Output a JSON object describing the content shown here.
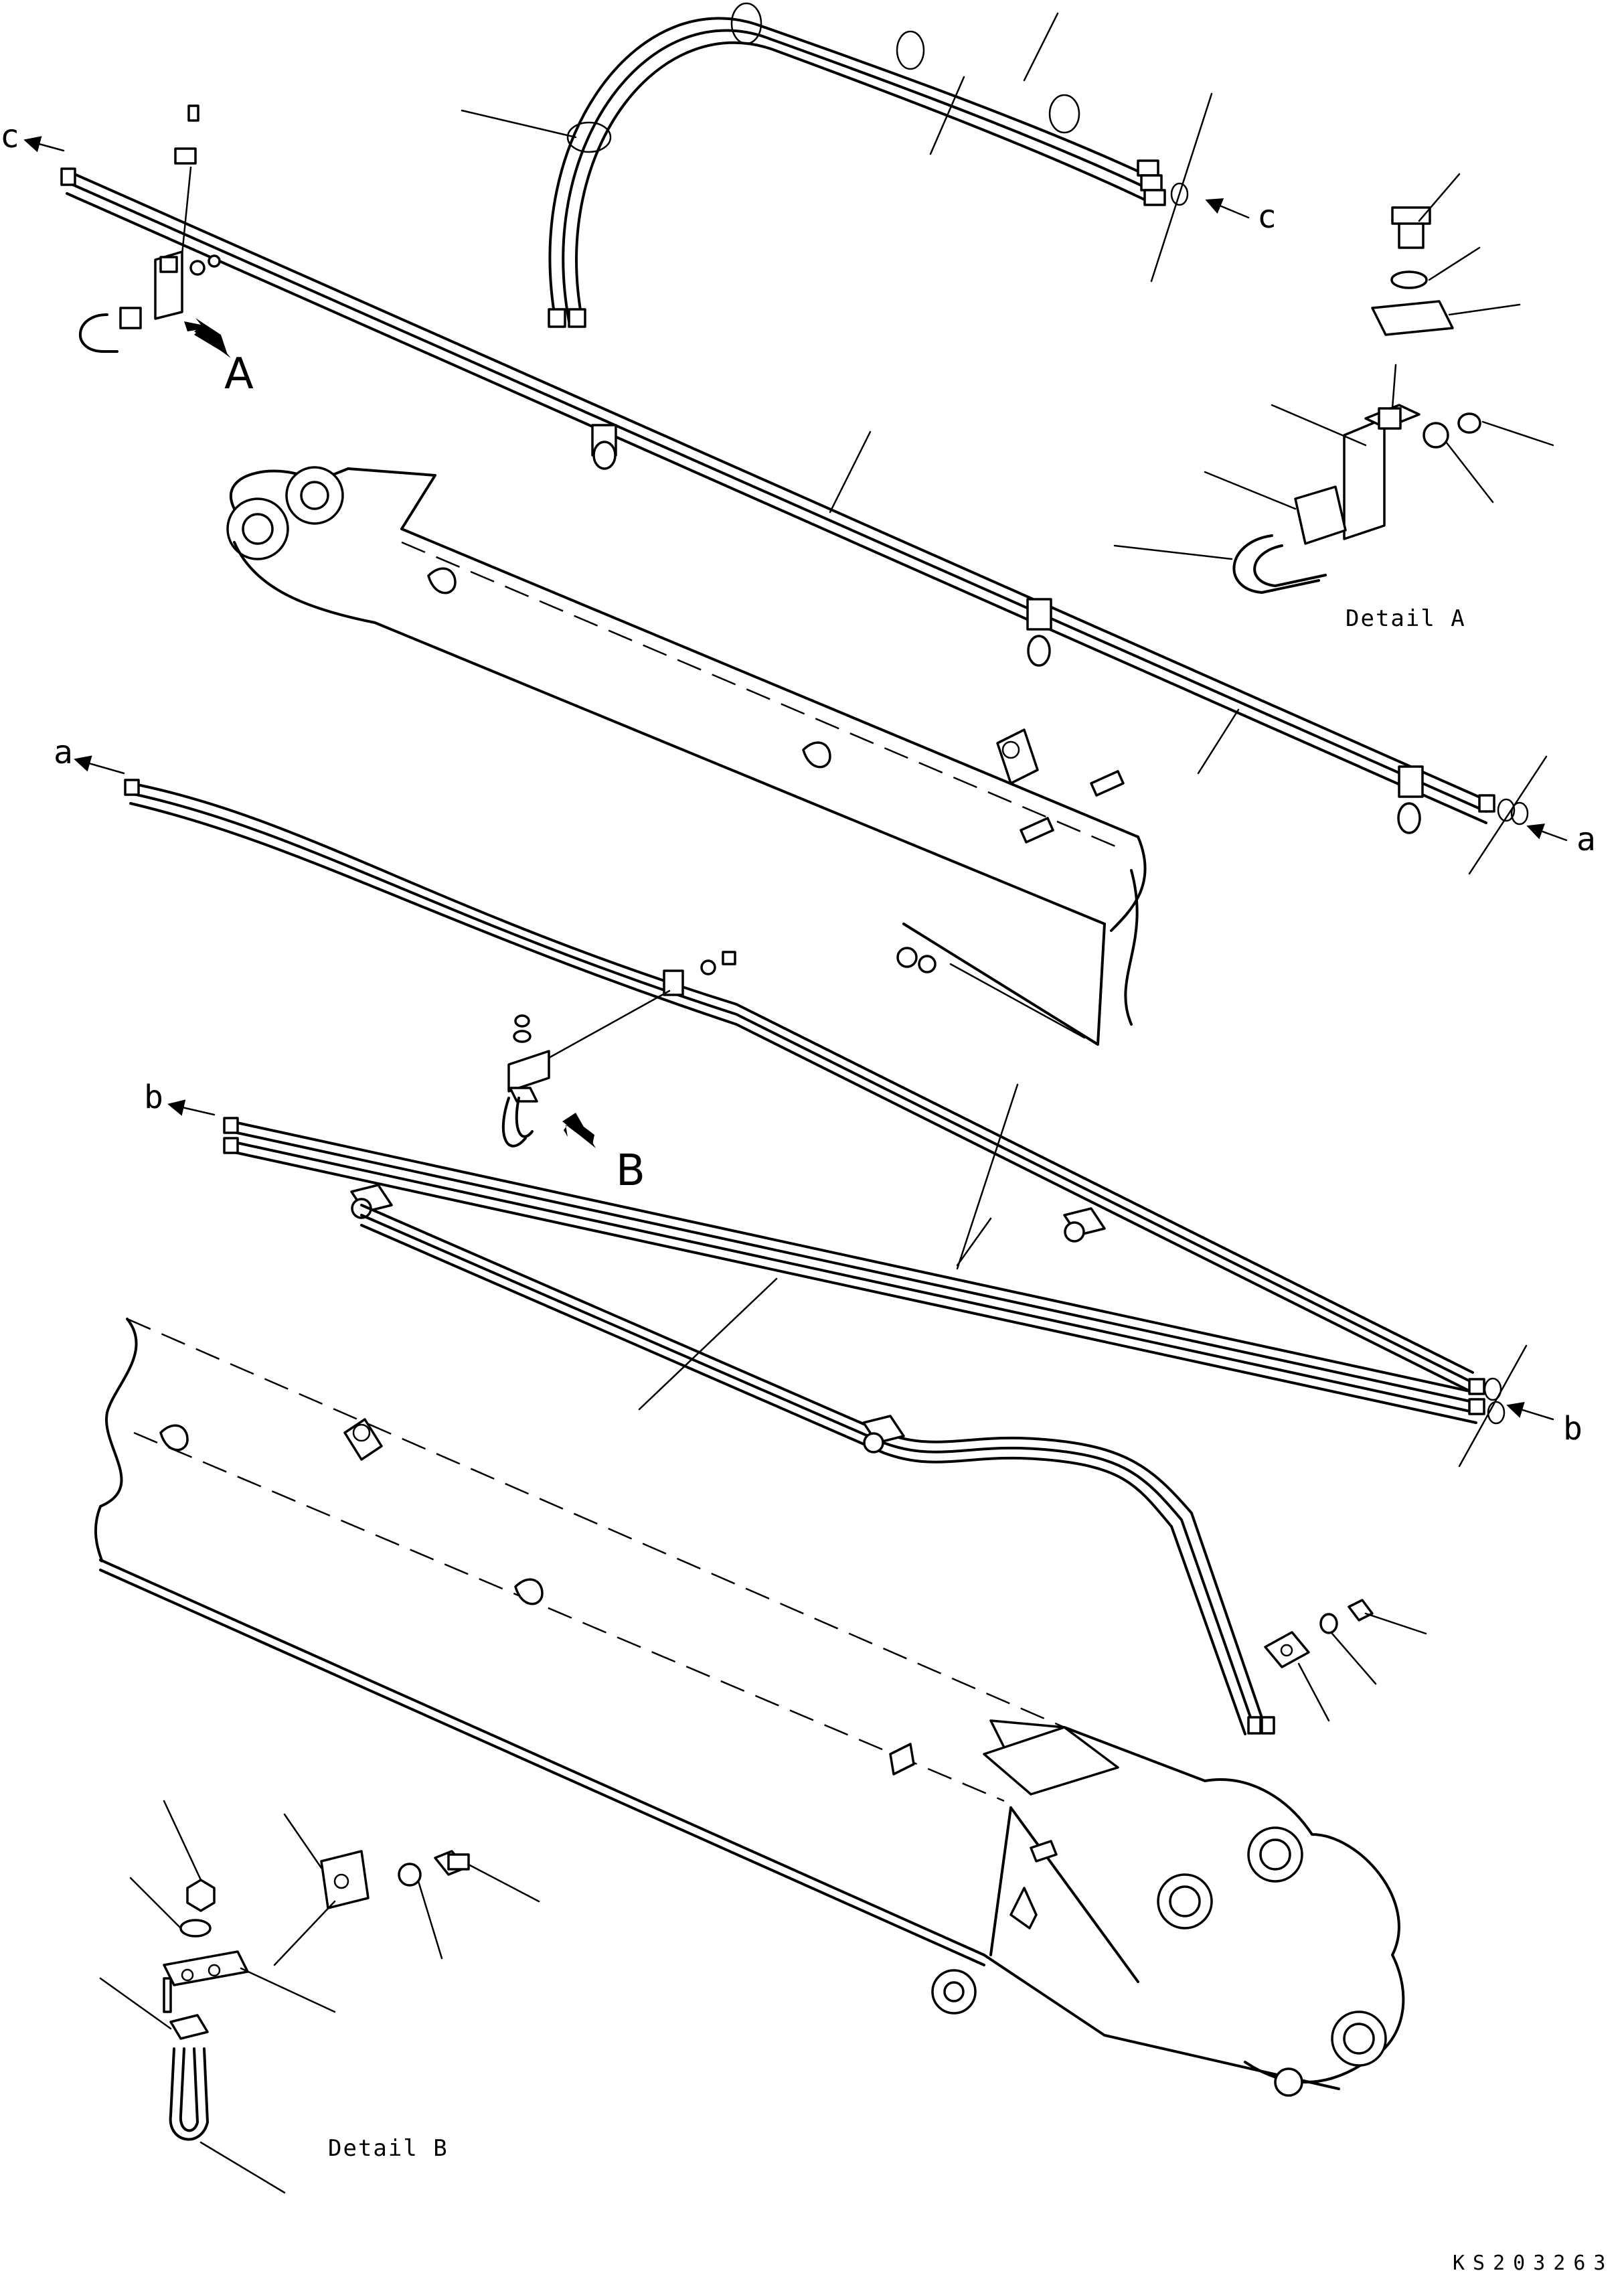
{
  "drawing": {
    "connection_markers": {
      "a": "a",
      "b": "b",
      "c": "c"
    },
    "view_arrows": {
      "A": "A",
      "B": "B"
    },
    "detail_labels": {
      "detail_a": "Detail A",
      "detail_b": "Detail B"
    },
    "drawing_code": "KS203263"
  }
}
